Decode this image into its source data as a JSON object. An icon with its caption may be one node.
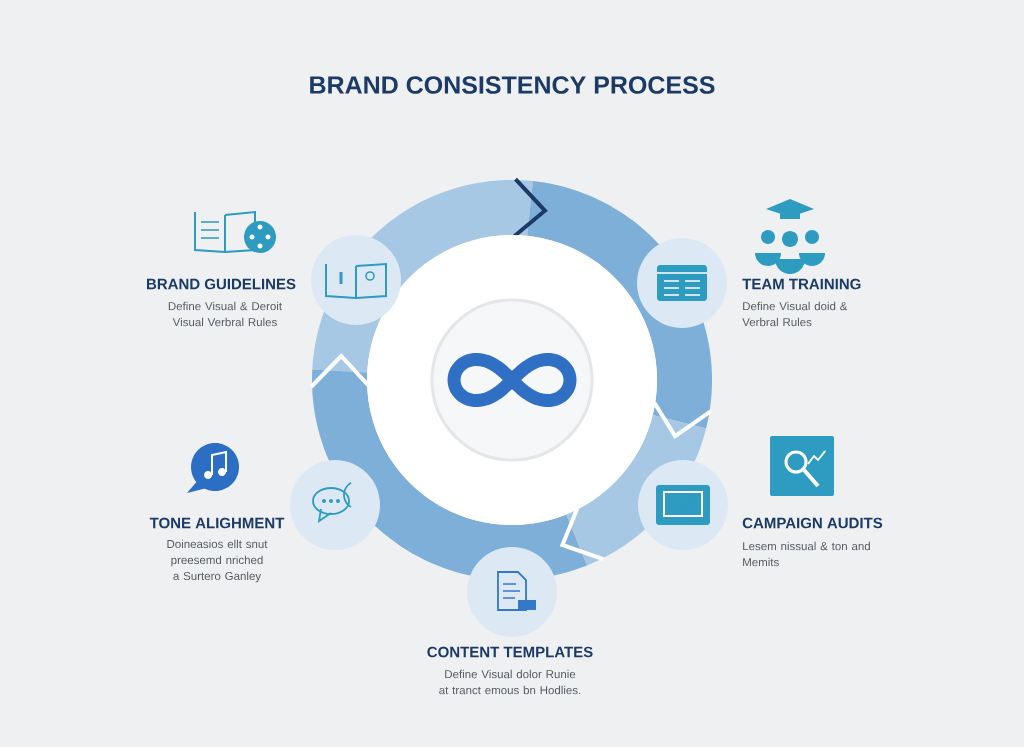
{
  "diagram": {
    "title": "BRAND CONSISTENCY PROCESS",
    "labels": [
      "BRAND GUIDELINES",
      "Define Visual & Deroit Visual Verbral Rules",
      "TEAM TRAINING",
      "Define Visual doid & Verbral Rules",
      "TONE ALIGHMENT",
      "Doineasios ellt snut preesemd nriched a Surtero Ganley",
      "CAMPAIGN AUDITS",
      "Lesem nissual & ton and Memits",
      "CONTENT TEMPLATES",
      "Define Visual dolor Runie at tranct emous bn Hodlies."
    ]
  }
}
